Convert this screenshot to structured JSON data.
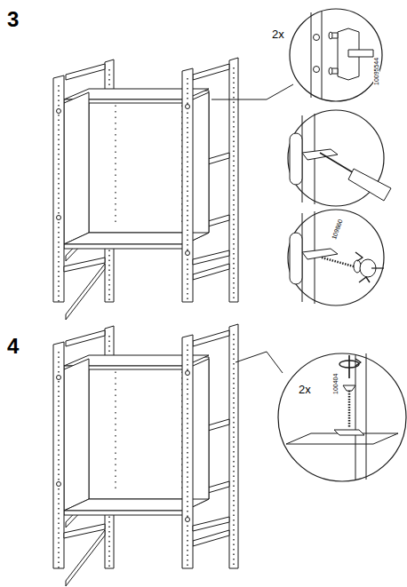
{
  "diagram": {
    "labels": [
      "3",
      "2x",
      "10095544",
      "109860",
      "4",
      "2x",
      "100404"
    ]
  }
}
